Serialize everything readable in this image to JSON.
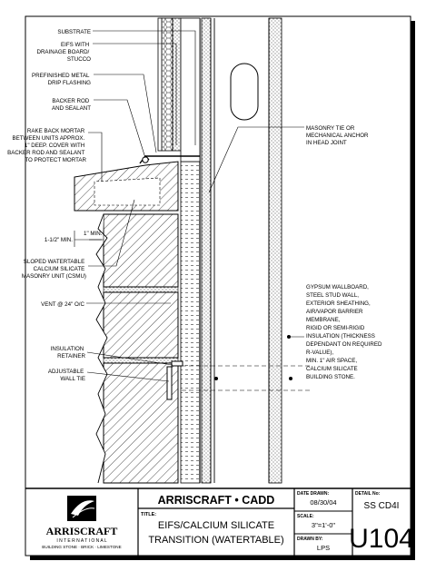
{
  "labels": {
    "substrate": "SUBSTRATE",
    "eifs": [
      "EIFS WITH",
      "DRAINAGE BOARD/",
      "STUCCO"
    ],
    "flashing": [
      "PREFINISHED METAL",
      "DRIP FLASHING"
    ],
    "backer_rod": [
      "BACKER ROD",
      "AND SEALANT"
    ],
    "rake_back": [
      "RAKE BACK MORTAR",
      "BETWEEN UNITS APPROX.",
      "1\" DEEP.  COVER WITH",
      "BACKER ROD AND SEALANT",
      "TO PROTECT MORTAR"
    ],
    "masonry_tie": [
      "MASONRY TIE OR",
      "MECHANICAL ANCHOR",
      "IN HEAD JOINT"
    ],
    "dim_1_5": "1-1/2\" MIN.",
    "dim_1": "1\" MIN.",
    "csmu": [
      "SLOPED WATERTABLE",
      "CALCIUM SILICATE",
      "MASONRY UNIT (CSMU)"
    ],
    "vent": "VENT @ 24\" O/C",
    "wall_notes": [
      "GYPSUM WALLBOARD,",
      "STEEL STUD WALL,",
      "EXTERIOR SHEATHING,",
      "AIR/VAPOR BARRIER",
      "MEMBRANE,",
      "RIGID OR SEMI-RIGID",
      "INSULATION (THICKNESS",
      "DEPENDANT ON REQUIRED",
      "R-VALUE),",
      "MIN. 1\" AIR SPACE,",
      "CALCIUM SILICATE",
      "BUILDING STONE."
    ],
    "insulation_retainer": [
      "INSULATION",
      "RETAINER"
    ],
    "wall_tie": [
      "ADJUSTABLE",
      "WALL TIE"
    ]
  },
  "title_block": {
    "company_header": "ARRISCRAFT • CADD",
    "logo_name": "ARRISCRAFT",
    "logo_sub": "I N T E R N A T I O N A L",
    "logo_tag": "BUILDING STONE · BRICK · LIMESTONE",
    "title_label": "TITLE:",
    "title_line1": "EIFS/CALCIUM SILICATE",
    "title_line2": "TRANSITION (WATERTABLE)",
    "date_label": "DATE DRAWN:",
    "date": "08/30/04",
    "scale_label": "SCALE:",
    "scale": "3\"=1'-0\"",
    "drawn_label": "DRAWN BY:",
    "drawn_by": "LPS",
    "detail_label": "DETAIL No:",
    "detail_code": "SS CD4I",
    "detail_number": "U104"
  },
  "colors": {
    "ink": "#000000",
    "paper": "#ffffff"
  }
}
